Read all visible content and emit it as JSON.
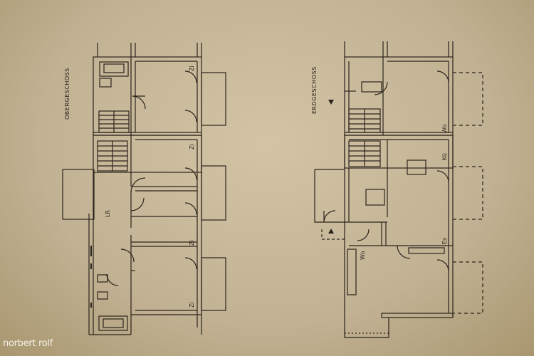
{
  "left_plan": {
    "floor_title": "OBERGESCHOSS",
    "room_labels": [
      "Zi",
      "Zi",
      "LR",
      "Zi",
      "Zi"
    ]
  },
  "right_plan": {
    "floor_title": "ERDGESCHOSS",
    "room_labels": [
      "Wo",
      "Kü",
      "Es",
      "Wo"
    ]
  },
  "watermark": "norbert rolf",
  "colors": {
    "paper": "#c8b899",
    "ink": "#2b241c"
  }
}
